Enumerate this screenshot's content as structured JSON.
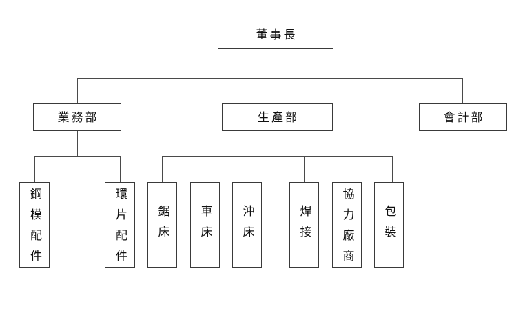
{
  "chart_data": {
    "type": "diagram",
    "subtype": "organizational-chart",
    "title": "",
    "orientation": "top-down",
    "levels": 3,
    "nodes": [
      {
        "id": "chairman",
        "label": "董事長",
        "level": 1,
        "parent": null,
        "text_orientation": "horizontal"
      },
      {
        "id": "sales",
        "label": "業務部",
        "level": 2,
        "parent": "chairman",
        "text_orientation": "horizontal"
      },
      {
        "id": "production",
        "label": "生產部",
        "level": 2,
        "parent": "chairman",
        "text_orientation": "horizontal"
      },
      {
        "id": "accounting",
        "label": "會計部",
        "level": 2,
        "parent": "chairman",
        "text_orientation": "horizontal"
      },
      {
        "id": "steel-mold",
        "label": "鋼模配件",
        "level": 3,
        "parent": "sales",
        "text_orientation": "vertical"
      },
      {
        "id": "ring-plate",
        "label": "環片配件",
        "level": 3,
        "parent": "sales",
        "text_orientation": "vertical"
      },
      {
        "id": "saw",
        "label": "鋸床",
        "level": 3,
        "parent": "production",
        "text_orientation": "vertical"
      },
      {
        "id": "lathe",
        "label": "車床",
        "level": 3,
        "parent": "production",
        "text_orientation": "vertical"
      },
      {
        "id": "punch",
        "label": "沖床",
        "level": 3,
        "parent": "production",
        "text_orientation": "vertical"
      },
      {
        "id": "welding",
        "label": "焊接",
        "level": 3,
        "parent": "production",
        "text_orientation": "vertical"
      },
      {
        "id": "subcontract",
        "label": "協力廠商",
        "level": 3,
        "parent": "production",
        "text_orientation": "vertical"
      },
      {
        "id": "packaging",
        "label": "包裝",
        "level": 3,
        "parent": "production",
        "text_orientation": "vertical"
      }
    ],
    "edges": [
      {
        "from": "chairman",
        "to": "sales"
      },
      {
        "from": "chairman",
        "to": "production"
      },
      {
        "from": "chairman",
        "to": "accounting"
      },
      {
        "from": "sales",
        "to": "steel-mold"
      },
      {
        "from": "sales",
        "to": "ring-plate"
      },
      {
        "from": "production",
        "to": "saw"
      },
      {
        "from": "production",
        "to": "lathe"
      },
      {
        "from": "production",
        "to": "punch"
      },
      {
        "from": "production",
        "to": "welding"
      },
      {
        "from": "production",
        "to": "subcontract"
      },
      {
        "from": "production",
        "to": "packaging"
      }
    ],
    "colors": {
      "background": "#ffffff",
      "box_border": "#3a3a3a",
      "connector": "#4a4a4a",
      "text": "#111111"
    }
  },
  "nodes": {
    "chairman": "董事長",
    "sales": "業務部",
    "production": "生產部",
    "accounting": "會計部",
    "steel_mold": "鋼模配件",
    "ring_plate": "環片配件",
    "saw": "鋸床",
    "lathe": "車床",
    "punch": "沖床",
    "welding": "焊接",
    "subcontract": "協力廠商",
    "packaging": "包裝"
  }
}
